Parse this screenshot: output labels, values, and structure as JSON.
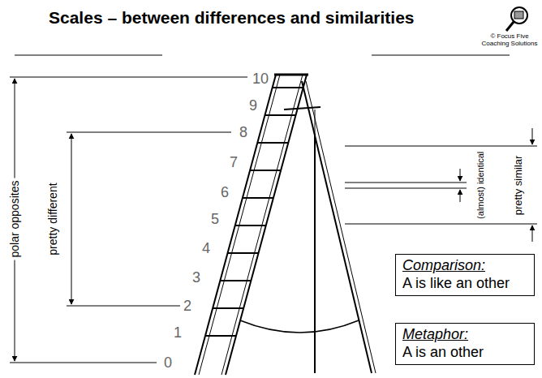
{
  "diagram": {
    "title": "Scales – between differences and similarities",
    "nodes": [
      {
        "text": [
          "Comparison:",
          "A is like an other"
        ]
      },
      {
        "text": [
          "Metaphor:",
          "A is an other"
        ]
      }
    ],
    "labels": [
      "© Focus Five Coaching Solutions",
      "10",
      "9",
      "8",
      "7",
      "6",
      "5",
      "4",
      "3",
      "2",
      "1",
      "0",
      "polar opposites",
      "pretty different",
      "(almost) identical",
      "pretty similar"
    ]
  }
}
